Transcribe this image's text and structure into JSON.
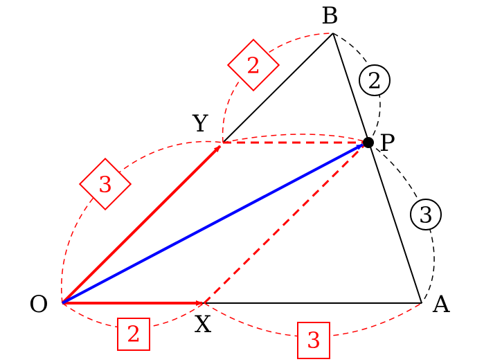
{
  "colors": {
    "black": "#000000",
    "red": "#ff0000",
    "blue": "#0000ff"
  },
  "points": {
    "O": "O",
    "A": "A",
    "B": "B",
    "X": "X",
    "Y": "Y",
    "P": "P"
  },
  "ratio_labels": {
    "OX": "2",
    "XA": "3",
    "OY": "3",
    "YB": "2",
    "BP": "2",
    "PA": "3"
  }
}
